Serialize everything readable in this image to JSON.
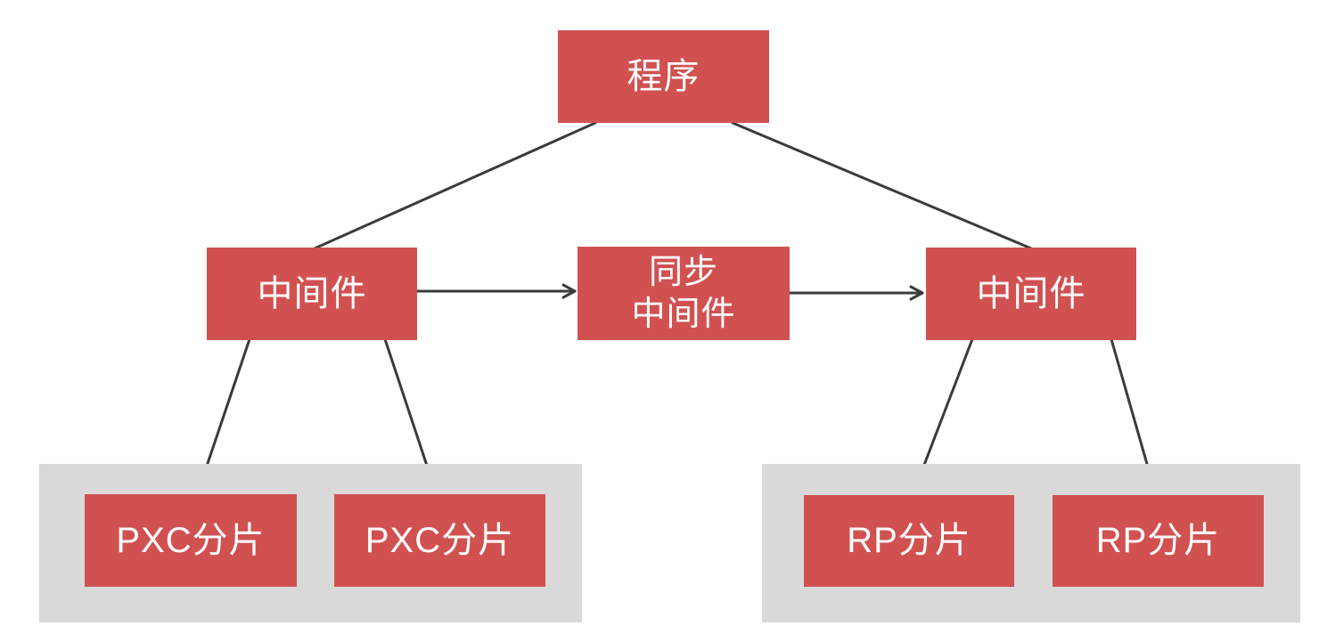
{
  "diagram": {
    "colors": {
      "node_fill": "#d15151",
      "node_text": "#ffffff",
      "group_fill": "#d9d9d9",
      "connector": "#3b3b3b"
    },
    "nodes": {
      "program": {
        "label": "程序"
      },
      "middleware_left": {
        "label": "中间件"
      },
      "sync_middleware": {
        "label": "同步\n中间件"
      },
      "middleware_right": {
        "label": "中间件"
      },
      "pxc_shard_1": {
        "label": "PXC分片"
      },
      "pxc_shard_2": {
        "label": "PXC分片"
      },
      "rp_shard_1": {
        "label": "RP分片"
      },
      "rp_shard_2": {
        "label": "RP分片"
      }
    },
    "groups": [
      {
        "id": "pxc_cluster",
        "members": [
          "pxc_shard_1",
          "pxc_shard_2"
        ]
      },
      {
        "id": "rp_cluster",
        "members": [
          "rp_shard_1",
          "rp_shard_2"
        ]
      }
    ],
    "edges": [
      {
        "from": "program",
        "to": "middleware_left",
        "arrow": false
      },
      {
        "from": "program",
        "to": "middleware_right",
        "arrow": false
      },
      {
        "from": "middleware_left",
        "to": "sync_middleware",
        "arrow": true
      },
      {
        "from": "sync_middleware",
        "to": "middleware_right",
        "arrow": true
      },
      {
        "from": "middleware_left",
        "to": "pxc_shard_1",
        "arrow": false
      },
      {
        "from": "middleware_left",
        "to": "pxc_shard_2",
        "arrow": false
      },
      {
        "from": "middleware_right",
        "to": "rp_shard_1",
        "arrow": false
      },
      {
        "from": "middleware_right",
        "to": "rp_shard_2",
        "arrow": false
      }
    ]
  }
}
